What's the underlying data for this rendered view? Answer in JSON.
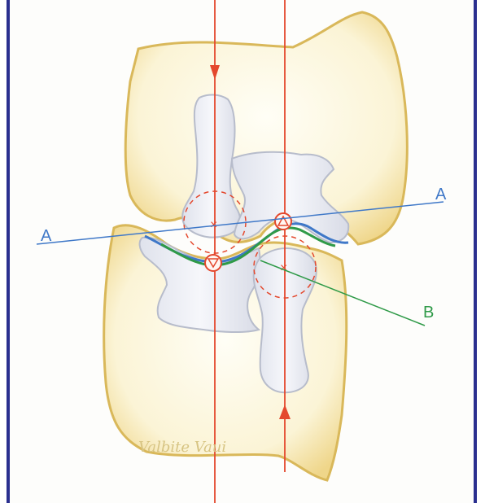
{
  "illustration": {
    "labels": {
      "axis_a_left": "A",
      "axis_a_right": "A",
      "axis_b": "B"
    },
    "signature": "Valbite Vaui",
    "colors": {
      "frame": "#2a2f8f",
      "bone_fill": "#f4e7b0",
      "bone_edge": "#d8b55a",
      "cartilage": "#e9eaf0",
      "red_axis": "#e4482d",
      "blue_line": "#3f78c8",
      "green_line": "#2f9a48"
    }
  }
}
